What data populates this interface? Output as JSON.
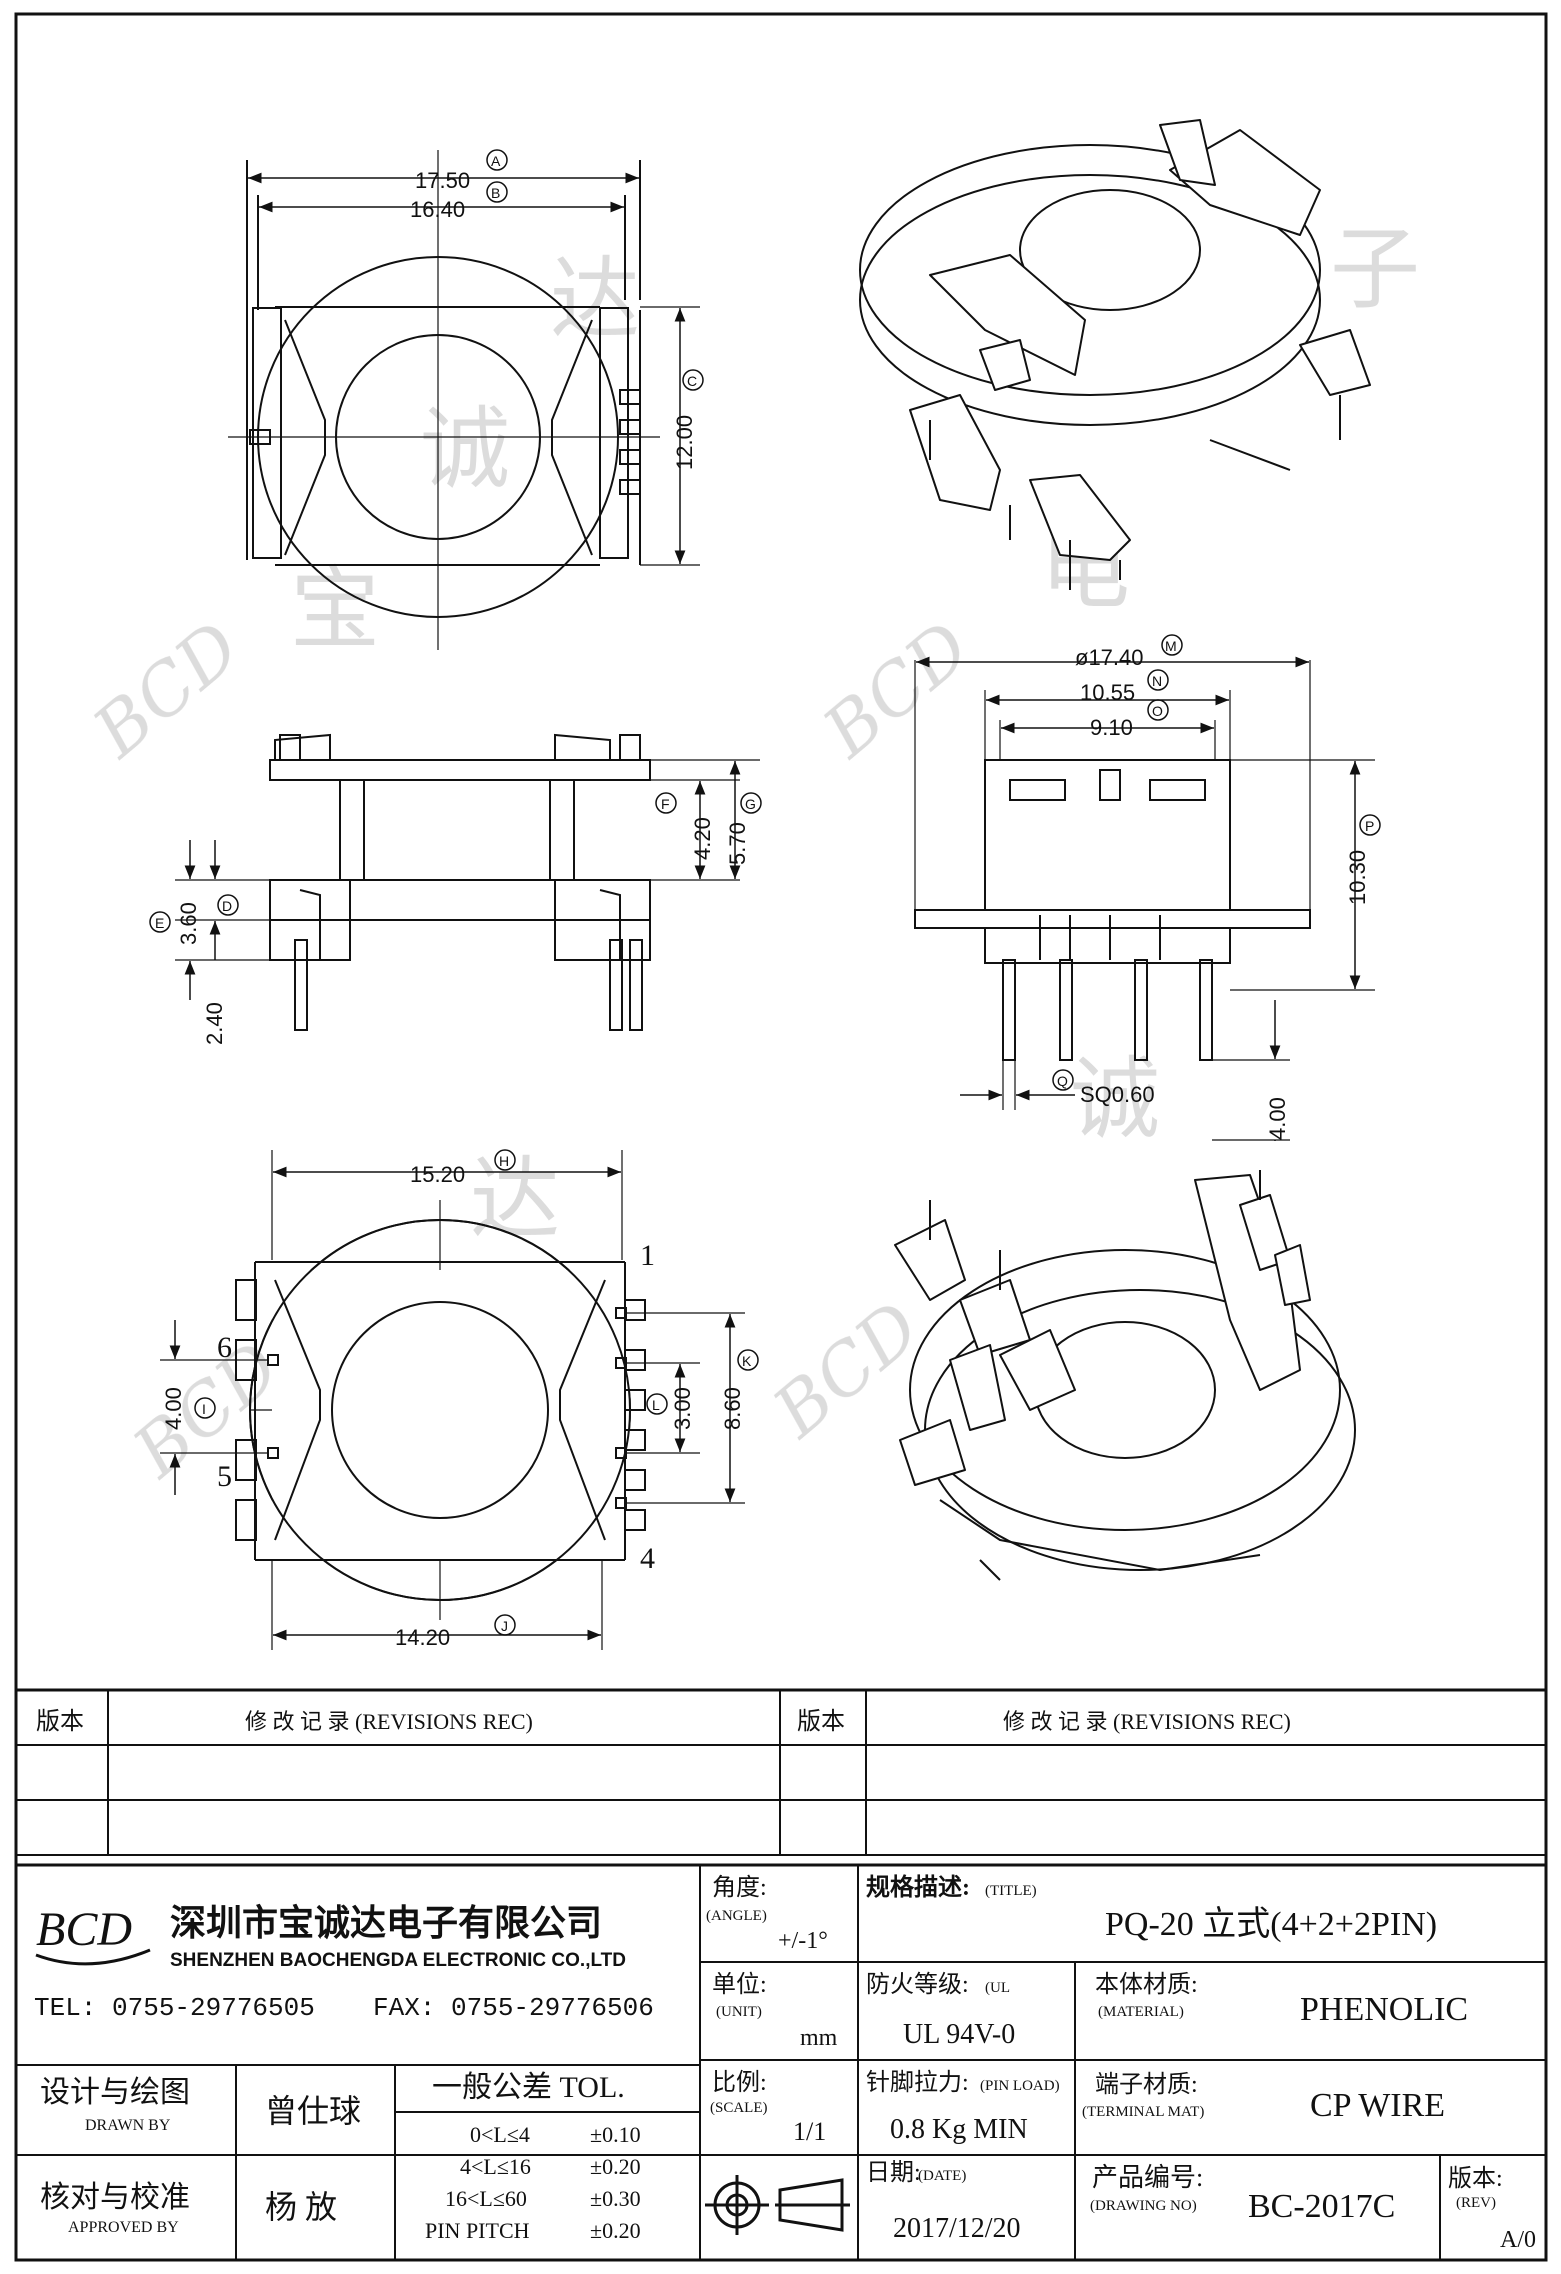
{
  "dimensions": {
    "top_width_outer": "17.50",
    "top_width_inner": "16.40",
    "top_height": "12.00",
    "front_flange_gap": "4.20",
    "front_total": "5.70",
    "front_left_upper": "3.60",
    "front_left_lower": "2.40",
    "side_diameter": "ø17.40",
    "side_width_n": "10.55",
    "side_width_o": "9.10",
    "side_height": "10.30",
    "side_pin_size": "SQ0.60",
    "side_pin_length": "4.00",
    "bottom_top_width": "15.20",
    "bottom_bottom_width": "14.20",
    "bottom_left_pitch": "4.00",
    "bottom_right_pitch": "3.00",
    "bottom_right_span": "8.60"
  },
  "markers": {
    "a": "A",
    "b": "B",
    "c": "C",
    "d": "D",
    "e": "E",
    "f": "F",
    "g": "G",
    "h": "H",
    "i": "I",
    "j": "J",
    "k": "K",
    "l": "L",
    "m": "M",
    "n": "N",
    "o": "O",
    "p": "P",
    "q": "Q"
  },
  "pins": {
    "p1": "1",
    "p4": "4",
    "p5": "5",
    "p6": "6"
  },
  "watermark": {
    "logo": "BCD",
    "chars": [
      "宝",
      "诚",
      "达",
      "电",
      "子"
    ]
  },
  "revisions": {
    "rev_label_left": "版本",
    "rec_label_left": "修 改 记 录 (REVISIONS REC)",
    "rev_label_right": "版本",
    "rec_label_right": "修 改 记 录 (REVISIONS REC)"
  },
  "company": {
    "logo": "BCD",
    "name_cn": "深圳市宝诚达电子有限公司",
    "name_en": "SHENZHEN BAOCHENGDA ELECTRONIC CO.,LTD",
    "tel": "TEL: 0755-29776505",
    "fax": "FAX: 0755-29776506"
  },
  "title_block": {
    "angle_label": "角度:",
    "angle_en": "(ANGLE)",
    "angle_value": "+/-1°",
    "spec_label": "规格描述:",
    "spec_en": "(TITLE)",
    "spec_value": "PQ-20 立式(4+2+2PIN)",
    "unit_label": "单位:",
    "unit_en": "(UNIT)",
    "unit_value": "mm",
    "fire_label": "防火等级:",
    "fire_en": "(UL",
    "fire_value": "UL 94V-0",
    "material_label": "本体材质:",
    "material_en": "(MATERIAL)",
    "material_value": "PHENOLIC",
    "design_label": "设计与绘图",
    "design_en": "DRAWN BY",
    "design_value": "曾仕球",
    "tol_label": "一般公差 TOL.",
    "tol_rows": [
      {
        "range": "0<L≤4",
        "value": "±0.10"
      },
      {
        "range": "4<L≤16",
        "value": "±0.20"
      },
      {
        "range": "16<L≤60",
        "value": "±0.30"
      },
      {
        "range": "PIN PITCH",
        "value": "±0.20"
      }
    ],
    "scale_label": "比例:",
    "scale_en": "(SCALE)",
    "scale_value": "1/1",
    "pinload_label": "针脚拉力:",
    "pinload_en": "(PIN LOAD)",
    "pinload_value": "0.8 Kg MIN",
    "terminal_label": "端子材质:",
    "terminal_en": "(TERMINAL MAT)",
    "terminal_value": "CP WIRE",
    "approve_label": "核对与校准",
    "approve_en": "APPROVED BY",
    "approve_value": "杨 放",
    "date_label": "日期:",
    "date_en": "(DATE)",
    "date_value": "2017/12/20",
    "drawing_label": "产品编号:",
    "drawing_en": "(DRAWING NO)",
    "drawing_value": "BC-2017C",
    "rev_label": "版本:",
    "rev_en": "(REV)",
    "rev_value": "A/0"
  }
}
